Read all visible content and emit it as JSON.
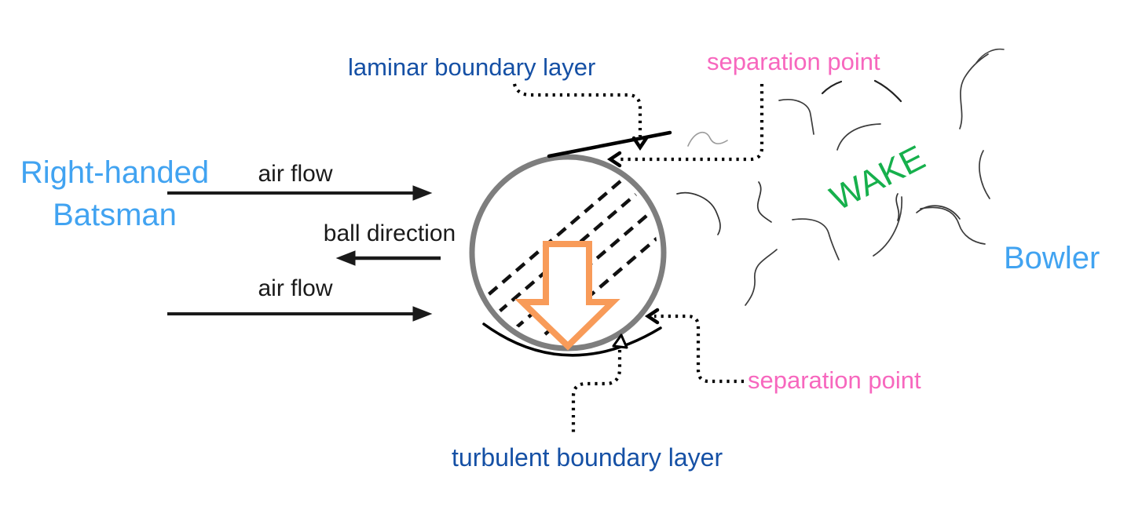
{
  "diagram": {
    "labels": {
      "batsman_line1": "Right-handed",
      "batsman_line2": "Batsman",
      "air_flow_top": "air flow",
      "ball_direction": "ball direction",
      "air_flow_bottom": "air flow",
      "laminar": "laminar boundary layer",
      "separation_top": "separation point",
      "separation_bottom": "separation point",
      "turbulent": "turbulent boundary layer",
      "wake": "WAKE",
      "bowler": "Bowler"
    },
    "colors": {
      "light_blue": "#41A3F1",
      "navy": "#1550A5",
      "pink": "#F767BE",
      "green": "#16B04C",
      "orange": "#F89B59",
      "ball_gray": "#7E7E7E",
      "ink": "#1A1A1A"
    }
  }
}
